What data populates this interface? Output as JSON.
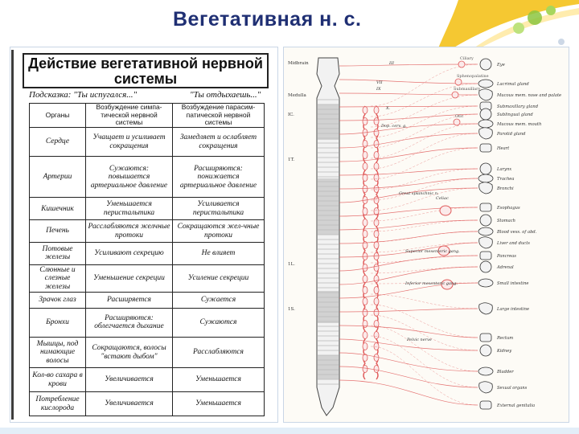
{
  "slide": {
    "title": "Вегетативная н. с."
  },
  "table": {
    "heading": "Действие вегетативной нервной системы",
    "hint_symp": "Подсказка: \"Ты испугался...\"",
    "hint_para": "\"Ты отдыхаешь...\"",
    "columns": [
      "Органы",
      "Возбуждение симпа-тической нервной системы",
      "Возбуждение парасим-патической нервной системы"
    ],
    "rows": [
      [
        "Сердце",
        "Учащает и усиливает сокращения",
        "Замедляет и ослабляет сокращения"
      ],
      [
        "Артерии",
        "Сужаются: повышается артериальное давление",
        "Расширяются: понижается артериальное давление"
      ],
      [
        "Кишечник",
        "Уменьшается перистальтика",
        "Усиливается перистальтика"
      ],
      [
        "Печень",
        "Расслабляются желчные протоки",
        "Сокращаются жел-чные протоки"
      ],
      [
        "Потовые железы",
        "Усиливают секрецию",
        "Не влияет"
      ],
      [
        "Слюнные и слезные железы",
        "Уменьшение секреции",
        "Усиление секреции"
      ],
      [
        "Зрачок глаз",
        "Расширяется",
        "Сужается"
      ],
      [
        "Бронхи",
        "Расширяются: облегчается дыхание",
        "Сужаются"
      ],
      [
        "Мышцы, под нимающие волосы",
        "Сокращаются, волосы \"встают дыбом\"",
        "Расслабляются"
      ],
      [
        "Кол-во сахара в крови",
        "Увеличивается",
        "Уменьшается"
      ],
      [
        "Потребление кислорода",
        "Увеличивается",
        "Уменьшается"
      ]
    ]
  },
  "diagram": {
    "cord_labels": [
      "Midbrain",
      "Medulla",
      "IC.",
      "1T.",
      "1L.",
      "1S."
    ],
    "nerve_labels": [
      "III",
      "VII",
      "IX",
      "X.",
      "Dop. cerv. g.",
      "Great splanchnic n.",
      "Celiac",
      "Superior mesenteric gang.",
      "Inferior mesenteric gang.",
      "Pelvic nerve"
    ],
    "ganglion_labels": [
      "Ciliary",
      "Sphenopalatine",
      "Submaxillary",
      "Otic"
    ],
    "organs": [
      "Eye",
      "Lacrimal gland",
      "Mucous mem. nose and palate",
      "Submaxillary gland",
      "Sublingual gland",
      "Mucous mem. mouth",
      "Parotid gland",
      "Heart",
      "Larynx",
      "Trachea",
      "Bronchi",
      "Esophagus",
      "Stomach",
      "Blood vess. of abd.",
      "Liver and ducts",
      "Pancreas",
      "Adrenal",
      "Small intestine",
      "Large intestine",
      "Rectum",
      "Kidney",
      "Bladder",
      "Sexual organs",
      "External genitalia"
    ]
  },
  "colors": {
    "title": "#1f2f73",
    "nerve_red": "#e05a5a",
    "accent_yellow": "#f4c21c",
    "accent_green": "#8cc63f"
  }
}
